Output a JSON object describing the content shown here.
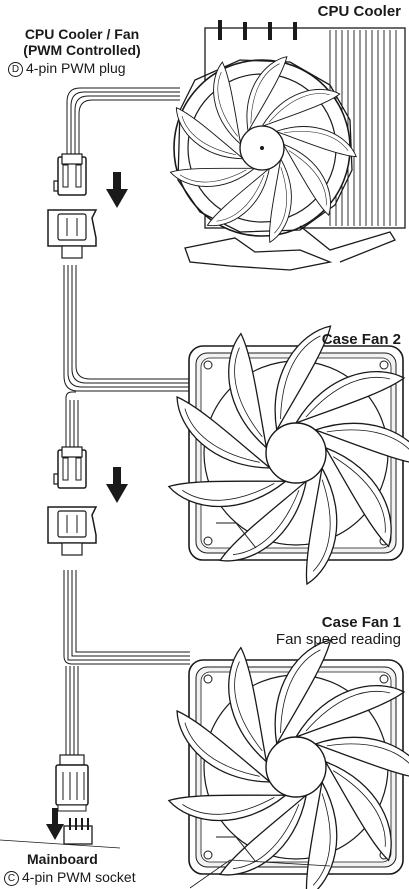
{
  "labels": {
    "cpu_cooler": "CPU Cooler",
    "cpu_fan_line1": "CPU Cooler / Fan",
    "cpu_fan_line2": "(PWM Controlled)",
    "plug_marker": "D",
    "plug_text": "4-pin PWM plug",
    "case_fan_2": "Case Fan 2",
    "case_fan_1": "Case Fan 1",
    "fan_speed": "Fan speed reading",
    "mainboard": "Mainboard",
    "socket_marker": "C",
    "socket_text": "4-pin PWM socket"
  },
  "colors": {
    "line": "#1a1a1a",
    "fill": "#ffffff",
    "shade": "#e8e8e8"
  },
  "icons": [
    "cpu-cooler-drawing",
    "case-fan-drawing",
    "4pin-connector-icon",
    "down-arrow-icon",
    "mainboard-header-icon"
  ]
}
